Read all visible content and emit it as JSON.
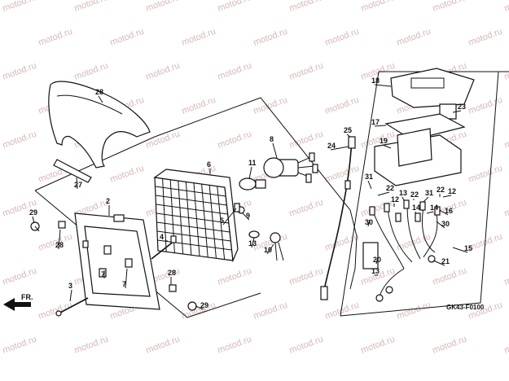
{
  "watermark": "motod.ru",
  "diagram_code": "GK43-F0100",
  "direction_label": "FR.",
  "callouts": [
    "28",
    "27",
    "2",
    "29",
    "28",
    "3",
    "7",
    "7",
    "4",
    "28",
    "29",
    "5",
    "6",
    "9",
    "11",
    "13",
    "10",
    "8",
    "24",
    "25",
    "18",
    "23",
    "17",
    "19",
    "31",
    "22",
    "12",
    "13",
    "22",
    "31",
    "22",
    "12",
    "14",
    "30",
    "14",
    "30",
    "16",
    "15",
    "21",
    "20",
    "13"
  ]
}
